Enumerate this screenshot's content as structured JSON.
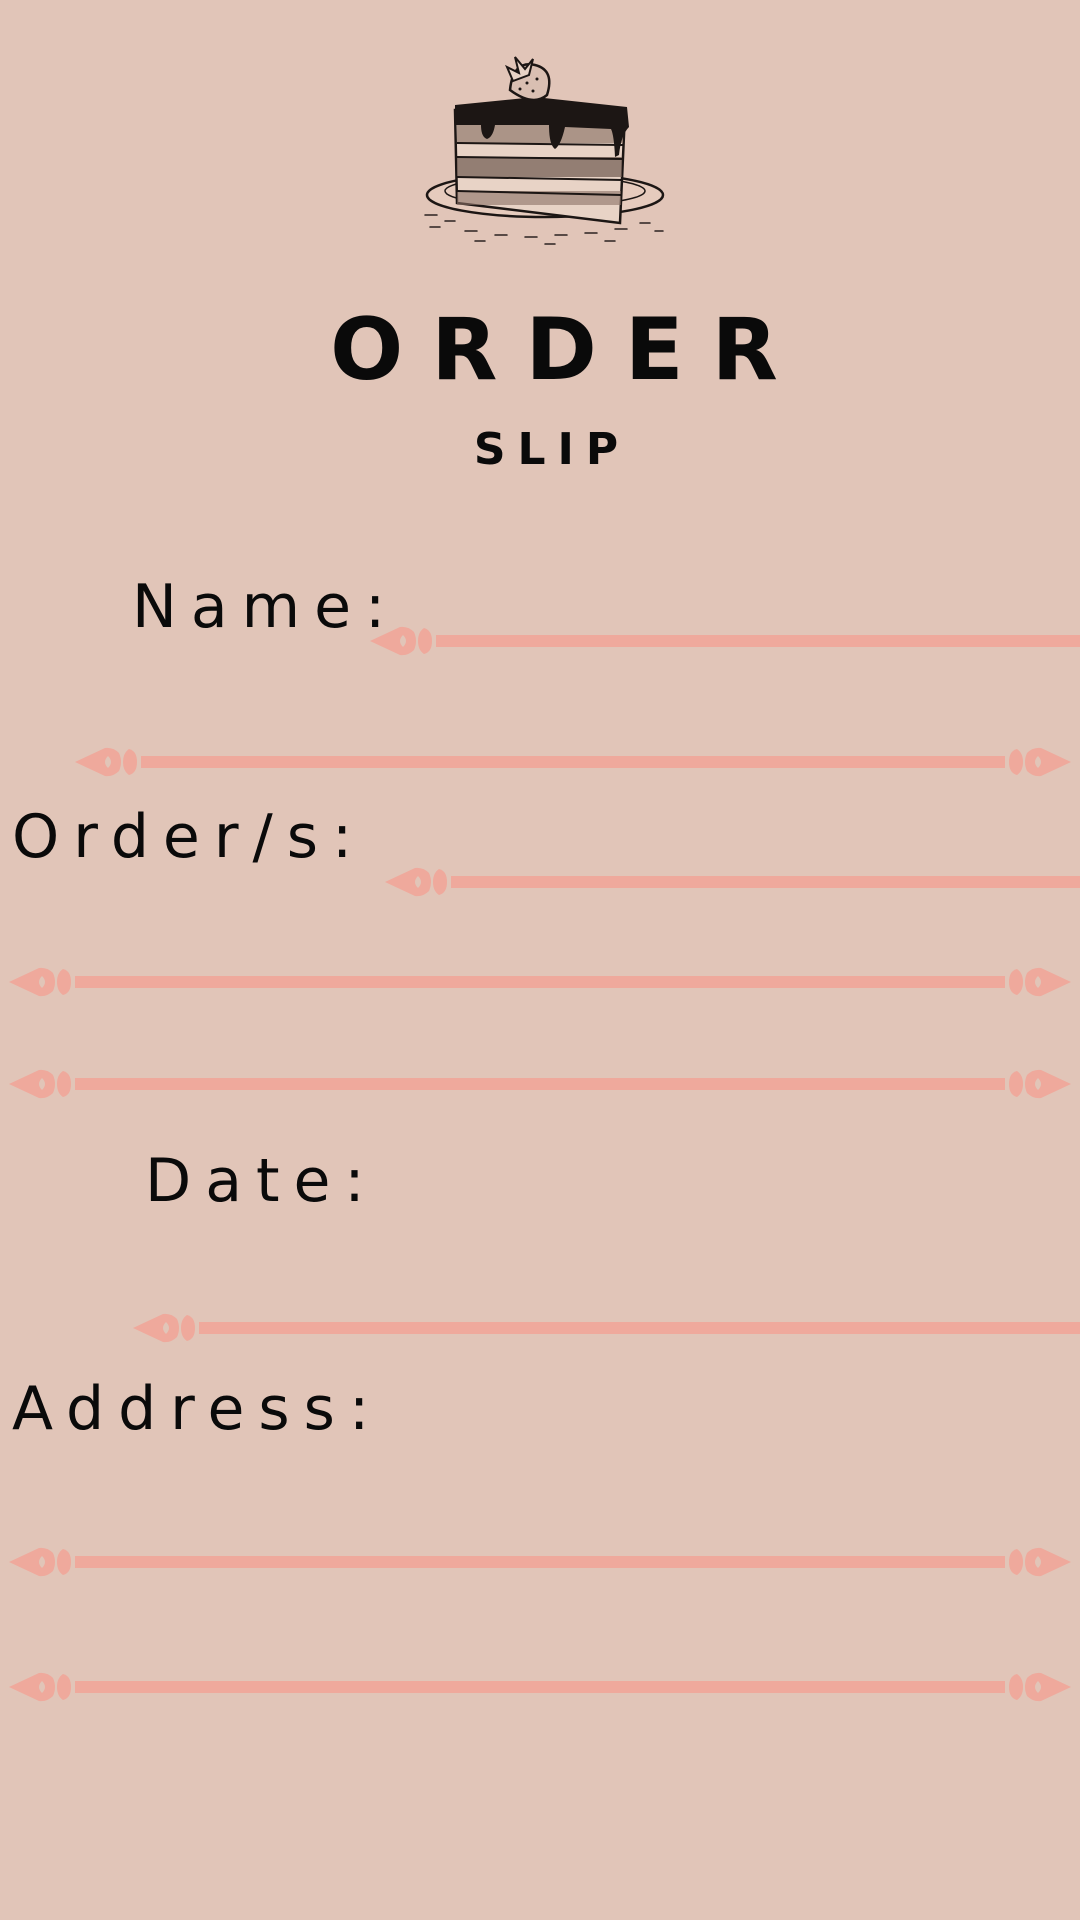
{
  "header": {
    "illustration": "cake-slice-with-strawberry-icon",
    "title": "ORDER",
    "subtitle": "SLIP"
  },
  "form": {
    "fields": [
      {
        "label": "Name:"
      },
      {
        "label": "Order/s:"
      },
      {
        "label": "Date:"
      },
      {
        "label": "Address:"
      }
    ]
  },
  "colors": {
    "background": "#e1c5b8",
    "line": "#efa99c",
    "text": "#0a0a0a"
  }
}
